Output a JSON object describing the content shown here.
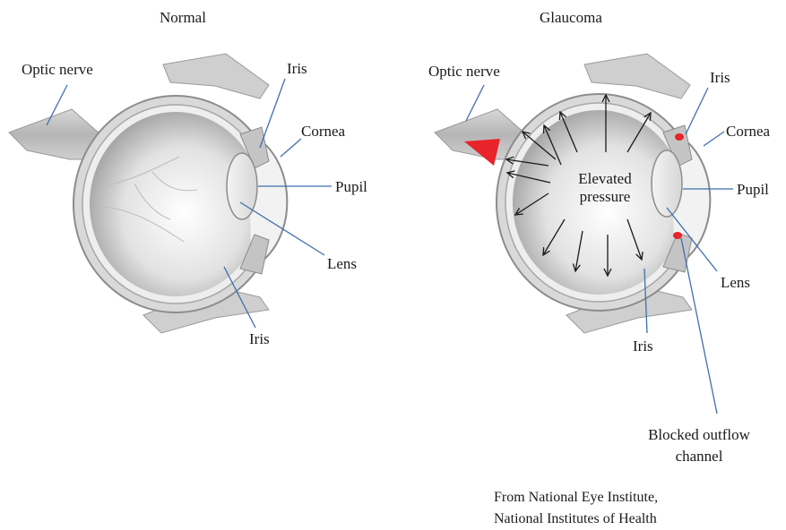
{
  "panels": {
    "normal": {
      "title": "Normal",
      "labels": {
        "optic_nerve": "Optic nerve",
        "iris_top": "Iris",
        "cornea": "Cornea",
        "pupil": "Pupil",
        "lens": "Lens",
        "iris_bottom": "Iris"
      }
    },
    "glaucoma": {
      "title": "Glaucoma",
      "labels": {
        "optic_nerve": "Optic nerve",
        "iris_top": "Iris",
        "cornea": "Cornea",
        "pupil": "Pupil",
        "lens": "Lens",
        "iris_bottom": "Iris",
        "pressure_line1": "Elevated",
        "pressure_line2": "pressure",
        "blocked_line1": "Blocked outflow",
        "blocked_line2": "channel"
      }
    }
  },
  "credit": {
    "line1": "From National Eye Institute,",
    "line2": "National Institutes of Health"
  },
  "colors": {
    "leader_line": "#3e6fb0",
    "pressure_arrow": "#1a1a1a",
    "damage_marker": "#e8232a",
    "eye_tissue": "#b8b8b8"
  }
}
